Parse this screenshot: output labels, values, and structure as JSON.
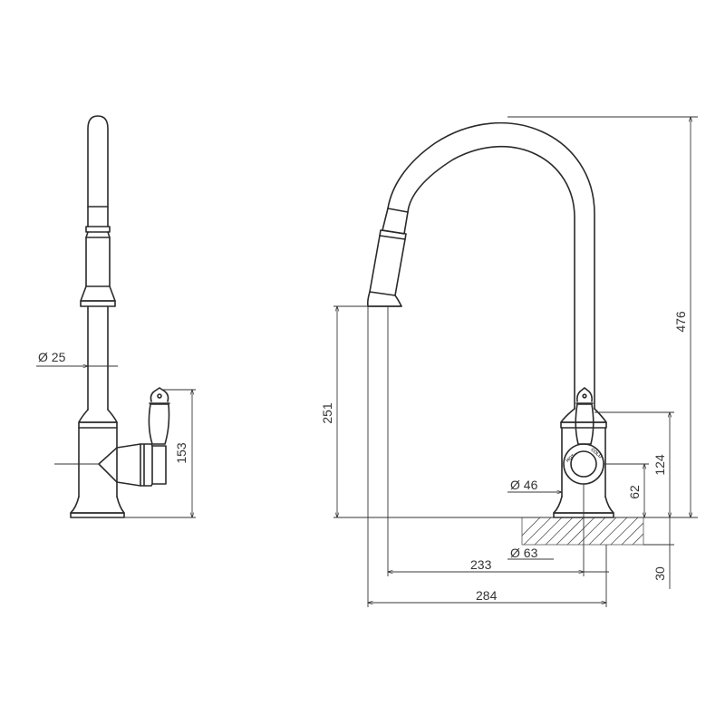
{
  "side_view": {
    "diameter_label": "Ø 25",
    "height_label": "153"
  },
  "front_view": {
    "handle_label_hot": "HOT",
    "handle_label_cold": "COLD",
    "height_total": "476",
    "height_spout": "251",
    "height_handle": "124",
    "height_body": "62",
    "mount_thickness": "30",
    "diameter_body": "Ø 46",
    "diameter_base": "Ø 63",
    "reach_spout": "233",
    "reach_total": "284"
  },
  "colors": {
    "line": "#2a2a2a",
    "background": "#ffffff"
  }
}
